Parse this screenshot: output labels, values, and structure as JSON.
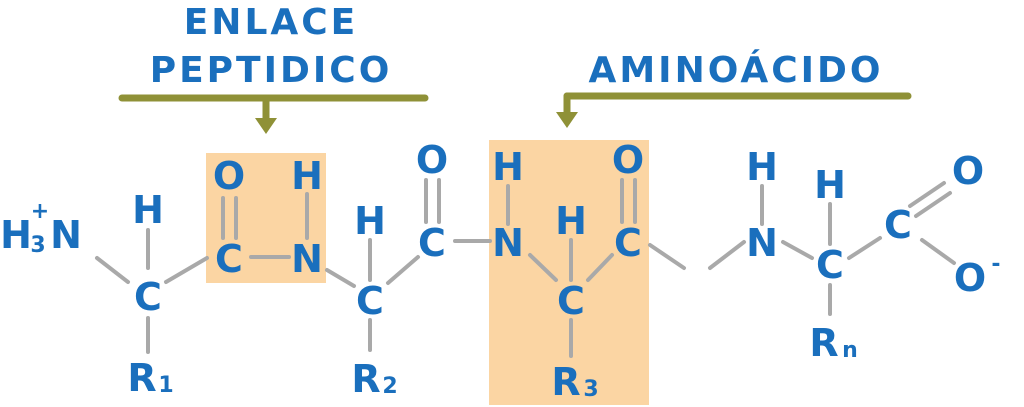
{
  "colors": {
    "atom": "#1a6fbd",
    "bond": "#a9a9a9",
    "highlight": "#fbd5a3",
    "label": "#1a6fbd",
    "bracket": "#8f9137"
  },
  "labels": {
    "peptide_bond_line1": "ENLACE",
    "peptide_bond_line2": "PEPTIDICO",
    "amino_acid": "AMINOÁCIDO"
  },
  "atoms": {
    "h3n_h": "H",
    "h3n_sub": "3",
    "h3n_plus": "+",
    "h3n_n": "N",
    "c1": "C",
    "c1_h": "H",
    "r1": "R",
    "r1_sub": "1",
    "carbonyl1_c": "C",
    "carbonyl1_o": "O",
    "n1": "N",
    "n1_h": "H",
    "c2": "C",
    "c2_h": "H",
    "r2": "R",
    "r2_sub": "2",
    "carbonyl2_c": "C",
    "carbonyl2_o": "O",
    "n2": "N",
    "n2_h": "H",
    "c3": "C",
    "c3_h": "H",
    "r3": "R",
    "r3_sub": "3",
    "carbonyl3_c": "C",
    "carbonyl3_o": "O",
    "n3": "N",
    "n3_h": "H",
    "cn": "C",
    "cn_h": "H",
    "rn": "R",
    "rn_sub": "n",
    "carboxyl_c": "C",
    "carboxyl_o1": "O",
    "carboxyl_o2": "O",
    "carboxyl_minus": "-"
  }
}
